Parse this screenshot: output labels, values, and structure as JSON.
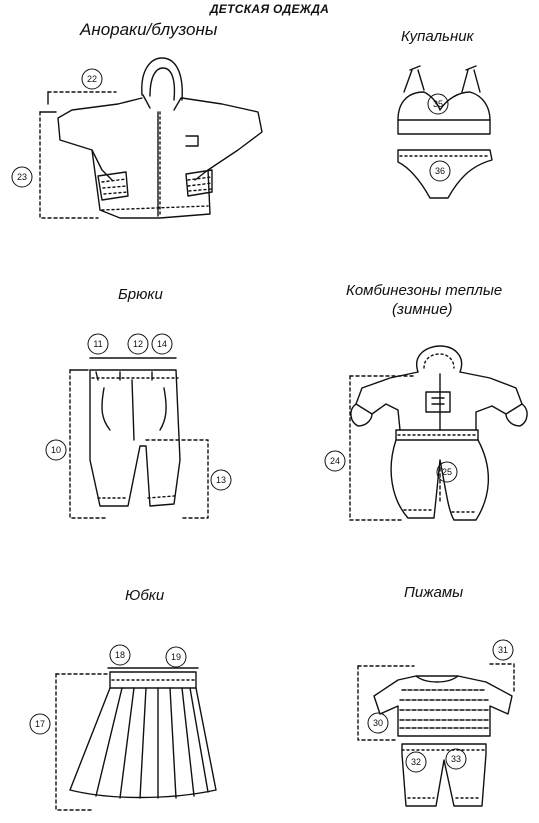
{
  "title": "ДЕТСКАЯ ОДЕЖДА",
  "sections": {
    "anoraks": {
      "label": "Анораки/блузоны",
      "markers": [
        "22",
        "23"
      ]
    },
    "swimsuit": {
      "label": "Купальник",
      "markers": [
        "35",
        "36"
      ]
    },
    "trousers": {
      "label": "Брюки",
      "markers": [
        "11",
        "12",
        "14",
        "10",
        "13"
      ]
    },
    "overalls": {
      "label_line1": "Комбинезоны теплые",
      "label_line2": "(зимние)",
      "markers": [
        "24",
        "25"
      ]
    },
    "skirts": {
      "label": "Юбки",
      "markers": [
        "18",
        "19",
        "17"
      ]
    },
    "pajamas": {
      "label": "Пижамы",
      "markers": [
        "31",
        "30",
        "32",
        "33"
      ]
    }
  }
}
